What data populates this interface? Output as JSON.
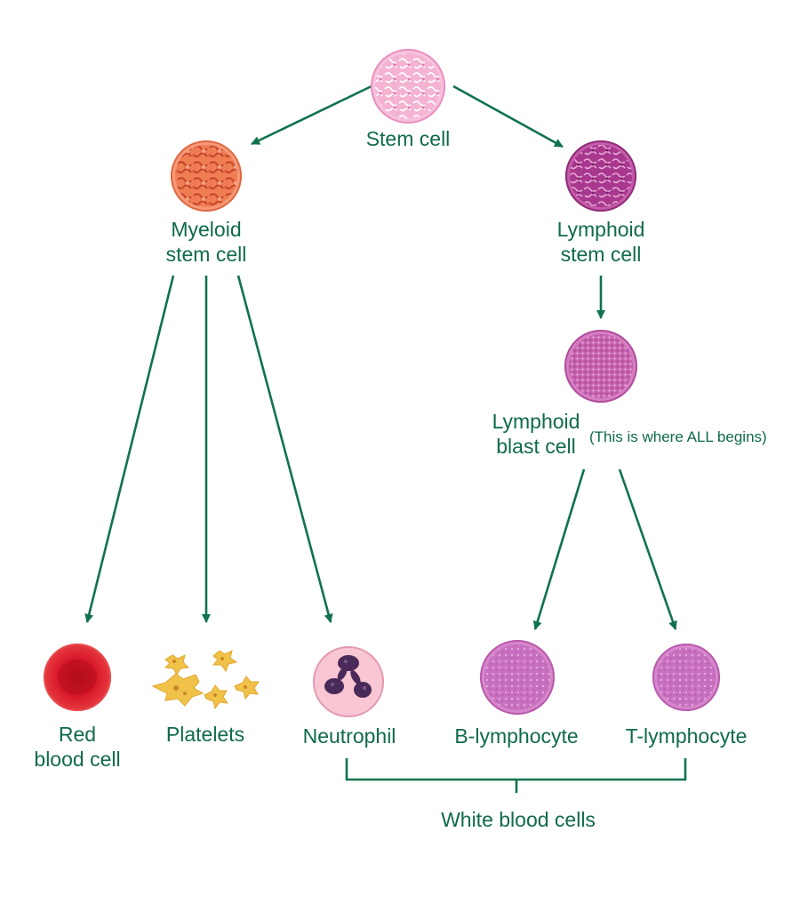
{
  "colors": {
    "line": "#10734c",
    "text": "#0f6b47",
    "stem": "#f2a4c9",
    "myeloid": "#ef7d54",
    "lymphoid": "#a8388d",
    "blast": "#c764b0",
    "red_cell": "#d41424",
    "platelet": "#f1c24a",
    "neutrophil": "#f6b7c8",
    "lymphocyte": "#c970c0"
  },
  "nodes": {
    "stem_cell": {
      "label": "Stem cell",
      "icon": "stem-cell-icon"
    },
    "myeloid": {
      "label_lines": [
        "Myeloid",
        "stem cell"
      ],
      "icon": "myeloid-stem-cell-icon"
    },
    "lymphoid": {
      "label_lines": [
        "Lymphoid",
        "stem cell"
      ],
      "icon": "lymphoid-stem-cell-icon"
    },
    "blast": {
      "label_lines": [
        "Lymphoid",
        "blast cell"
      ],
      "note": "(This is where ALL begins)",
      "icon": "lymphoid-blast-cell-icon"
    },
    "red_blood_cell": {
      "label_lines": [
        "Red",
        "blood cell"
      ],
      "icon": "red-blood-cell-icon"
    },
    "platelets": {
      "label": "Platelets",
      "icon": "platelets-icon"
    },
    "neutrophil": {
      "label": "Neutrophil",
      "icon": "neutrophil-icon"
    },
    "b_lymphocyte": {
      "label": "B-lymphocyte",
      "icon": "b-lymphocyte-icon"
    },
    "t_lymphocyte": {
      "label": "T-lymphocyte",
      "icon": "t-lymphocyte-icon"
    }
  },
  "group": {
    "label": "White blood cells",
    "members": [
      "Neutrophil",
      "B-lymphocyte",
      "T-lymphocyte"
    ]
  },
  "edges": [
    [
      "Stem cell",
      "Myeloid stem cell"
    ],
    [
      "Stem cell",
      "Lymphoid stem cell"
    ],
    [
      "Myeloid stem cell",
      "Red blood cell"
    ],
    [
      "Myeloid stem cell",
      "Platelets"
    ],
    [
      "Myeloid stem cell",
      "Neutrophil"
    ],
    [
      "Lymphoid stem cell",
      "Lymphoid blast cell"
    ],
    [
      "Lymphoid blast cell",
      "B-lymphocyte"
    ],
    [
      "Lymphoid blast cell",
      "T-lymphocyte"
    ]
  ]
}
